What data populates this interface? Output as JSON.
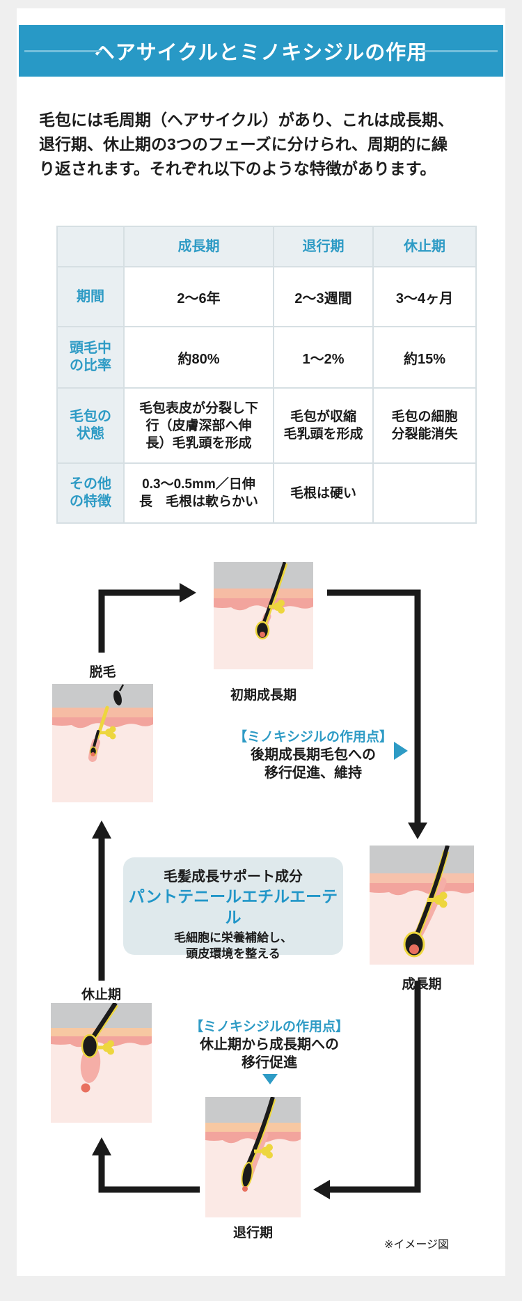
{
  "header": {
    "title": "ヘアサイクルとミノキシジルの作用"
  },
  "intro": {
    "text": "毛包には毛周期（ヘアサイクル）があり、これは成長期、\n退行期、休止期の3つのフェーズに分けられ、周期的に繰\nり返されます。それぞれ以下のような特徴があります。"
  },
  "table": {
    "columns": [
      "",
      "成長期",
      "退行期",
      "休止期"
    ],
    "rows": [
      {
        "label": "期間",
        "cells": [
          "2〜6年",
          "2〜3週間",
          "3〜4ヶ月"
        ]
      },
      {
        "label": "頭毛中\nの比率",
        "cells": [
          "約80%",
          "1〜2%",
          "約15%"
        ]
      },
      {
        "label": "毛包の\n状態",
        "cells": [
          "毛包表皮が分裂し下\n行（皮膚深部へ伸\n長）毛乳頭を形成",
          "毛包が収縮\n毛乳頭を形成",
          "毛包の細胞\n分裂能消失"
        ]
      },
      {
        "label": "その他\nの特徴",
        "cells": [
          "0.3〜0.5mm／日伸\n長　毛根は軟らかい",
          "毛根は硬い",
          ""
        ]
      }
    ]
  },
  "cycle": {
    "stage_labels": {
      "hair_loss": "脱毛",
      "early_anagen": "初期成長期",
      "anagen": "成長期",
      "telogen": "休止期",
      "catagen": "退行期"
    },
    "annotation1": {
      "heading": "【ミノキシジルの作用点】",
      "body": "後期成長期毛包への\n移行促進、維持"
    },
    "annotation2": {
      "heading": "【ミノキシジルの作用点】",
      "body": "休止期から成長期への\n移行促進"
    },
    "support_box": {
      "line1": "毛髪成長サポート成分",
      "line2": "パントテニールエチルエーテル",
      "line3": "毛細胞に栄養補給し、\n頭皮環境を整える"
    },
    "note": "※イメージ図"
  },
  "colors": {
    "banner": "#2899C6",
    "accent_blue": "#2E9BC5",
    "table_head_bg": "#E9EFF2",
    "table_border": "#D6DFE3"
  }
}
